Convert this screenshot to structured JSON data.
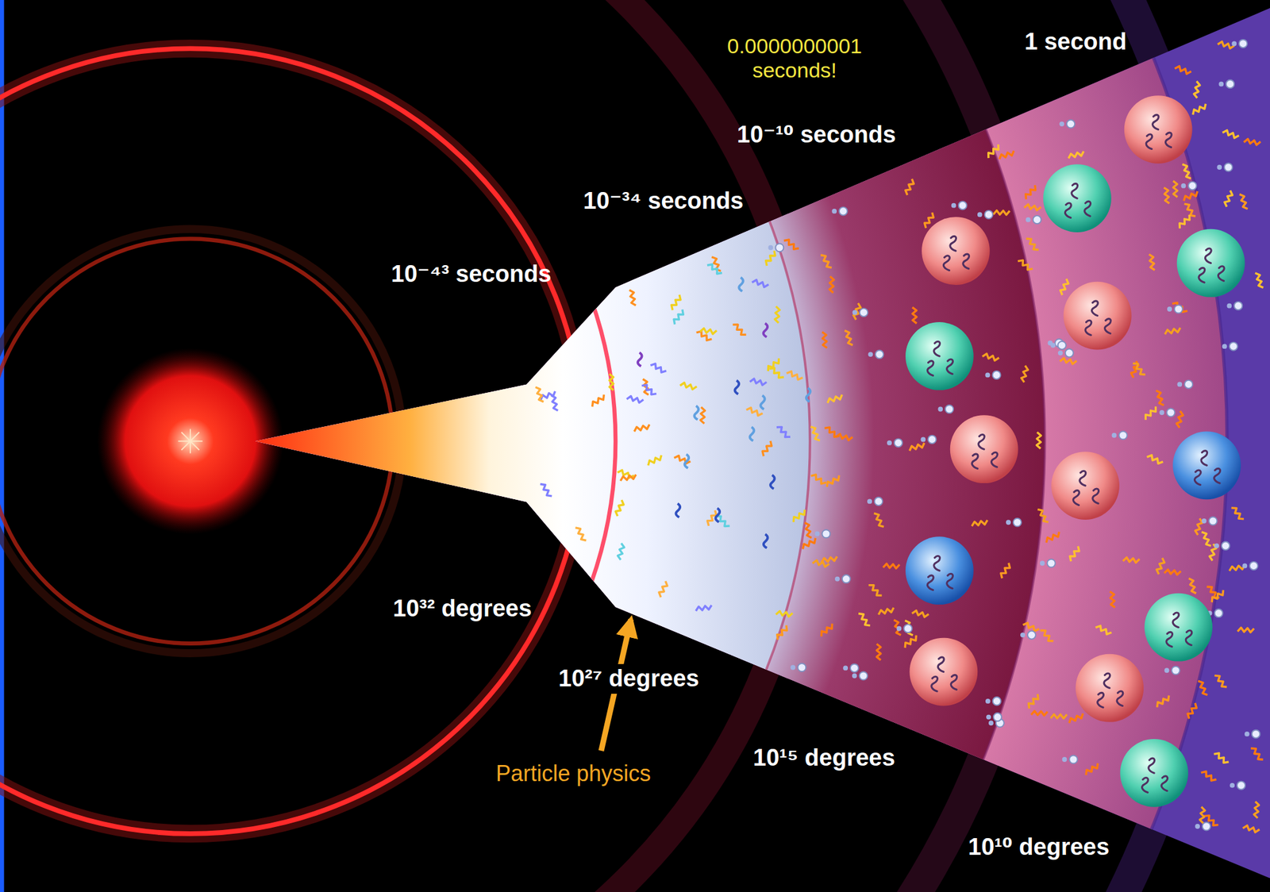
{
  "diagram": {
    "labels": [
      "0.0000000001 seconds!",
      "1 second",
      "10⁻¹⁰ seconds",
      "10⁻³⁴ seconds",
      "10⁻⁴³ seconds",
      "10³² degrees",
      "10²⁷ degrees",
      "Particle physics",
      "10¹⁵ degrees",
      "10¹⁰ degrees"
    ]
  }
}
